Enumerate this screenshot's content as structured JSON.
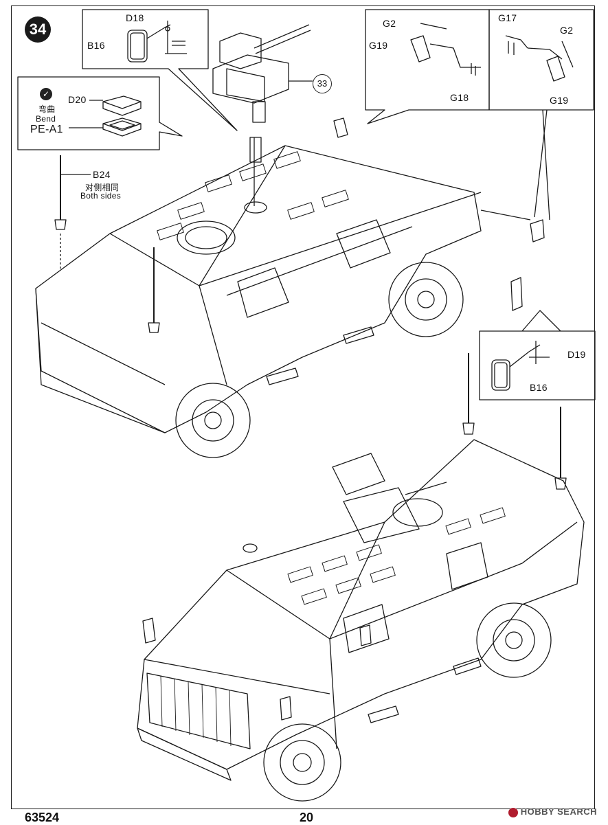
{
  "step": {
    "number": "34"
  },
  "callout_33": "33",
  "inset_top": {
    "d18": "D18",
    "b16": "B16"
  },
  "inset_left": {
    "d20": "D20",
    "bend_cn": "弯曲",
    "bend_en": "Bend",
    "pe": "PE-A1"
  },
  "inset_antenna": {
    "b24": "B24",
    "both_cn": "对侧相同",
    "both_en": "Both sides"
  },
  "inset_mid_right": {
    "g2": "G2",
    "g19": "G19",
    "g18": "G18"
  },
  "inset_far_right": {
    "g17": "G17",
    "g2": "G2",
    "g19": "G19"
  },
  "inset_mirror": {
    "d19": "D19",
    "b16": "B16"
  },
  "footer": {
    "code": "63524",
    "page": "20"
  },
  "watermark": {
    "text": "HOBBY SEARCH"
  }
}
